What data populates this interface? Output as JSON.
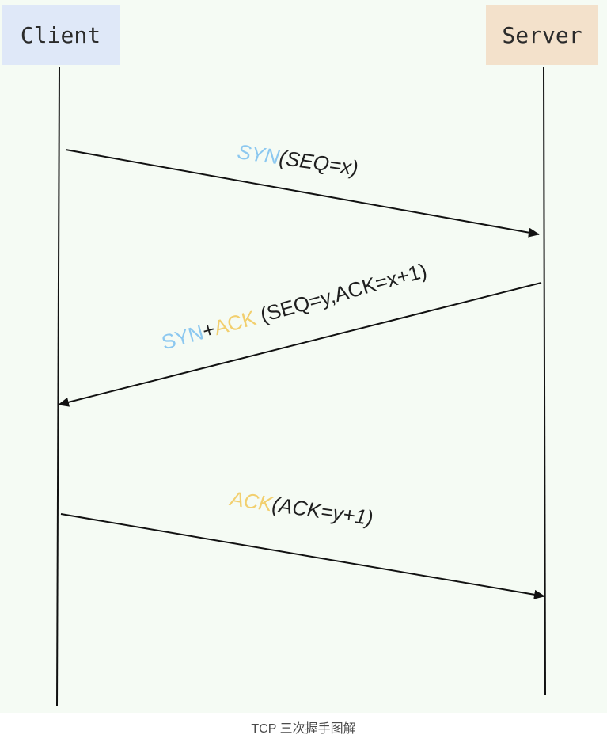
{
  "actors": {
    "client": "Client",
    "server": "Server"
  },
  "messages": [
    {
      "parts": [
        {
          "text": "SYN",
          "color": "#8cc8f0"
        },
        {
          "text": "(SEQ=x)",
          "color": "#1f1f1f"
        }
      ],
      "direction": "client-to-server",
      "italic": true
    },
    {
      "parts": [
        {
          "text": "SYN",
          "color": "#8cc8f0"
        },
        {
          "text": "+",
          "color": "#1f1f1f"
        },
        {
          "text": "ACK",
          "color": "#f2cf6e"
        },
        {
          "text": " (SEQ=y,ACK=x+1)",
          "color": "#1f1f1f"
        }
      ],
      "direction": "server-to-client",
      "italic": false
    },
    {
      "parts": [
        {
          "text": "ACK",
          "color": "#f2cf6e"
        },
        {
          "text": "(ACK=y+1)",
          "color": "#1f1f1f"
        }
      ],
      "direction": "client-to-server",
      "italic": true
    }
  ],
  "caption": "TCP 三次握手图解"
}
